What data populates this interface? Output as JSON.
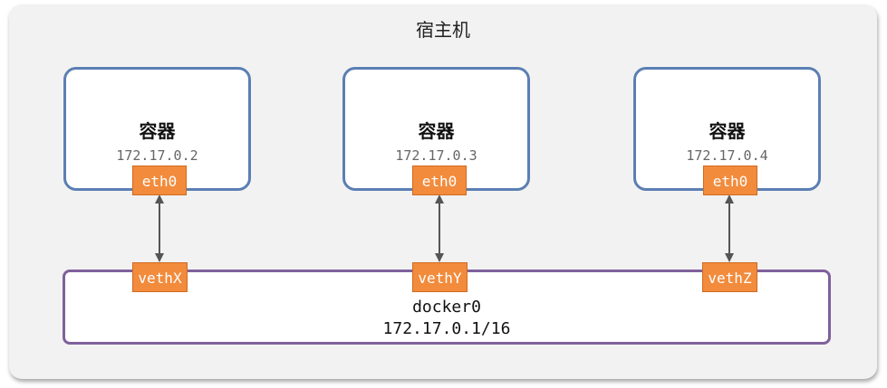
{
  "host": {
    "title": "宿主机"
  },
  "containers": [
    {
      "title": "容器",
      "ip": "172.17.0.2",
      "iface": "eth0"
    },
    {
      "title": "容器",
      "ip": "172.17.0.3",
      "iface": "eth0"
    },
    {
      "title": "容器",
      "ip": "172.17.0.4",
      "iface": "eth0"
    }
  ],
  "bridge": {
    "name": "docker0",
    "ip": "172.17.0.1/16",
    "veths": [
      "vethX",
      "vethY",
      "vethZ"
    ]
  },
  "colors": {
    "host_bg": "#f2f2f2",
    "container_border": "#5b7fb3",
    "iface_fill": "#f28b3c",
    "bridge_border": "#7f619c",
    "arrow": "#555555"
  }
}
